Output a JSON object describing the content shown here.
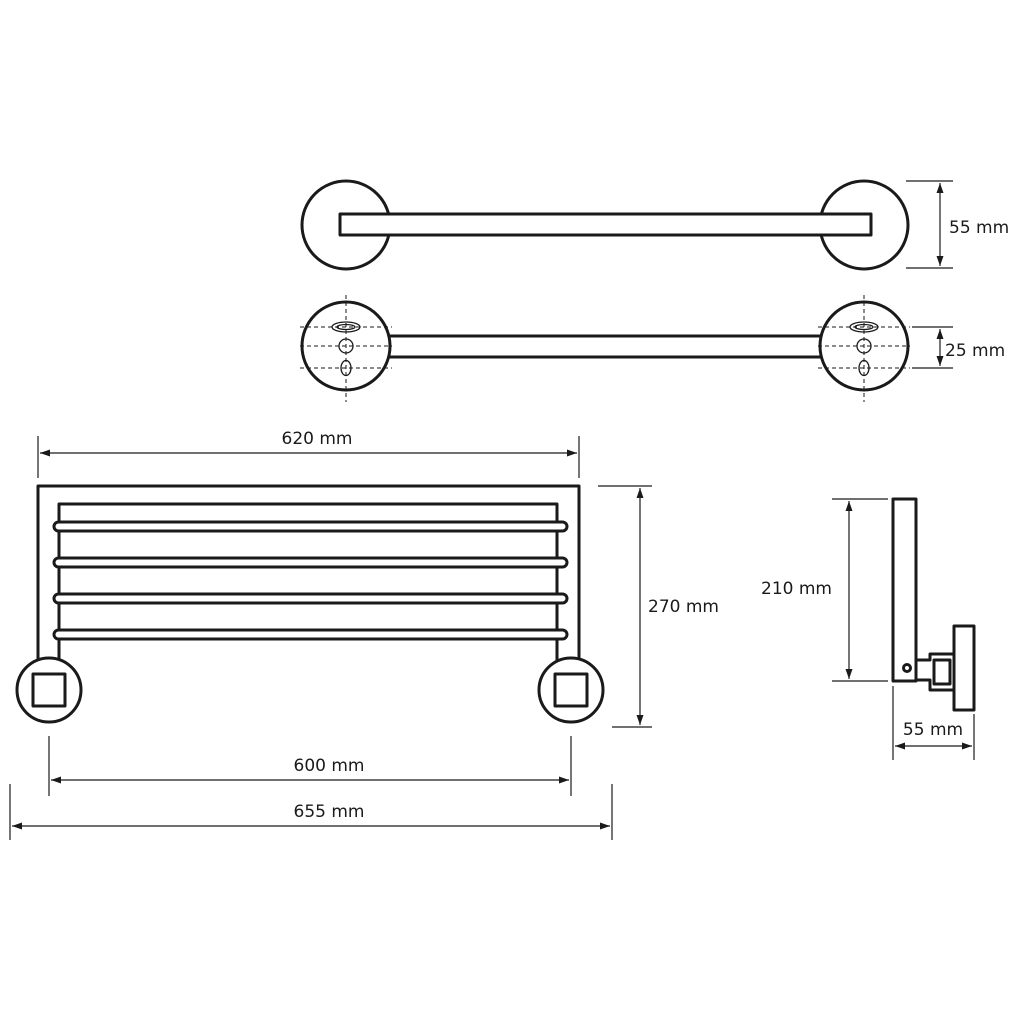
{
  "dimensions": {
    "top_depth": "55 mm",
    "mount_height": "25 mm",
    "front_inner_width": "620 mm",
    "front_height": "270 mm",
    "mount_spacing": "600 mm",
    "overall_width": "655 mm",
    "side_height": "210 mm",
    "side_depth": "55 mm"
  }
}
